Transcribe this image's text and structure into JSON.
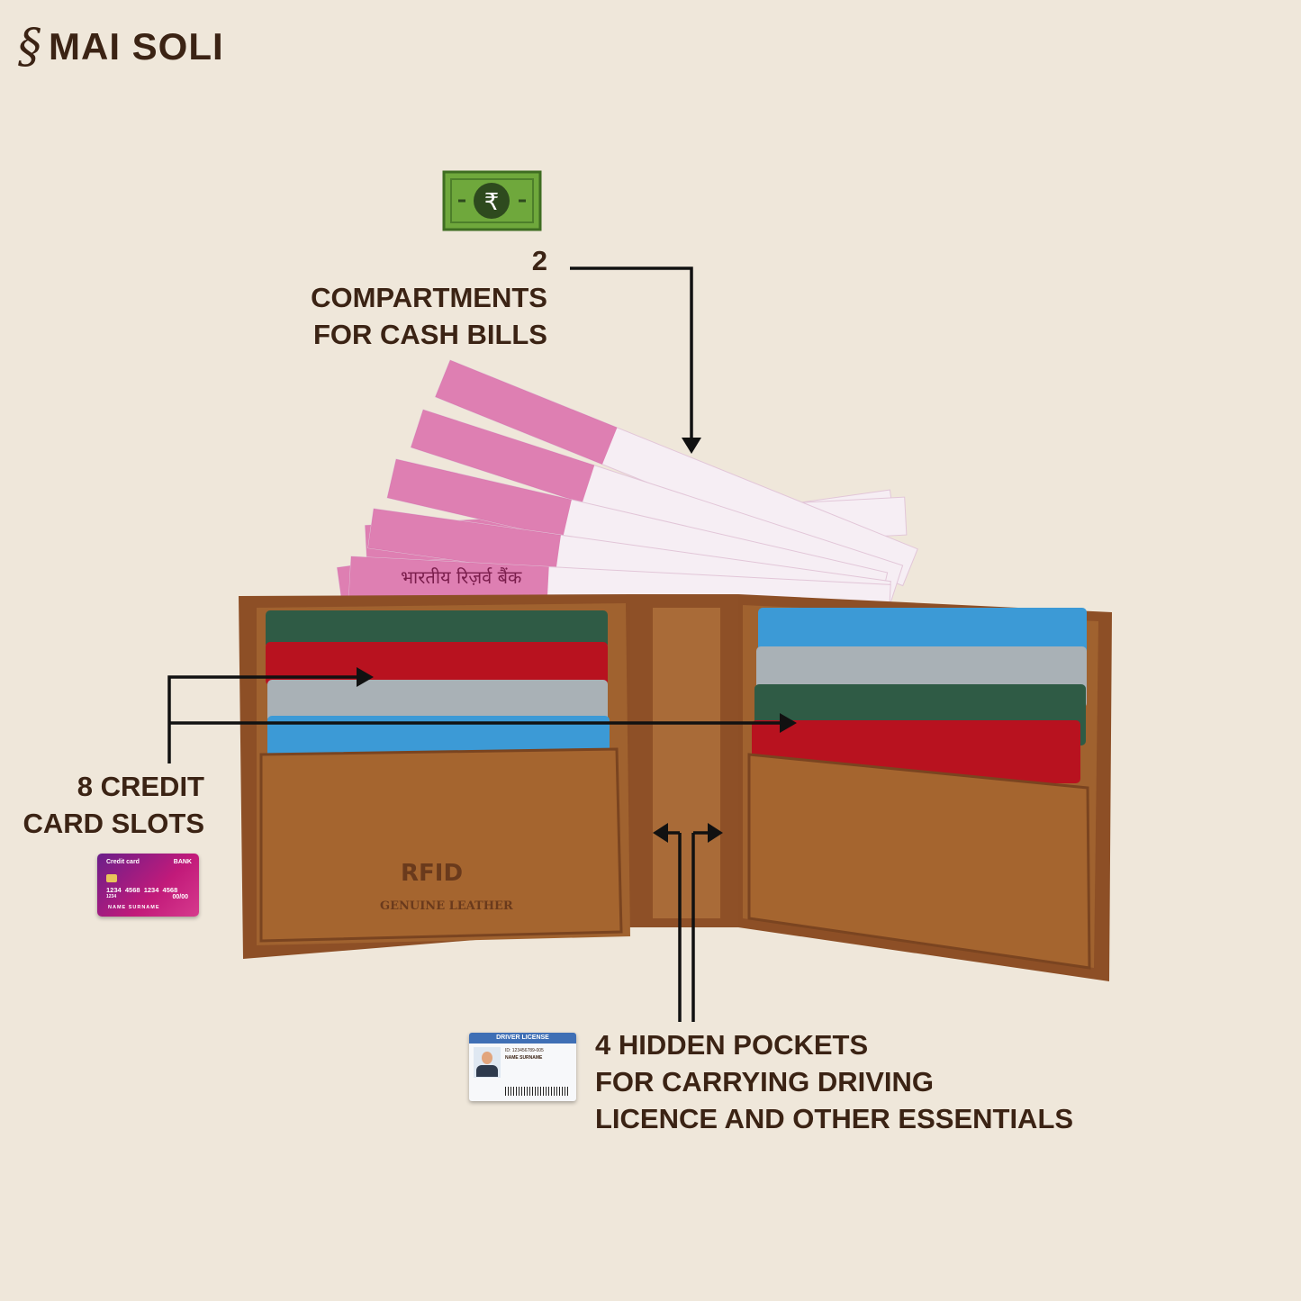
{
  "brand": {
    "name": "MAI SOLI",
    "logo_icon": "mai-soli-swirl-logo"
  },
  "features": {
    "cash": {
      "icon": "rupee-banknote-icon",
      "currency_symbol": "₹",
      "lines": [
        "2 COMPARTMENTS",
        "FOR CASH BILLS"
      ]
    },
    "cards": {
      "icon": "credit-card-icon",
      "lines": [
        "8 CREDIT",
        "CARD SLOTS"
      ]
    },
    "hidden": {
      "icon": "driver-license-icon",
      "lines": [
        "4 HIDDEN POCKETS",
        "FOR CARRYING DRIVING",
        "LICENCE AND OTHER ESSENTIALS"
      ]
    }
  },
  "credit_card": {
    "title": "Credit card",
    "bank": "BANK",
    "number": "1234  4568  1234  4568",
    "small": "1234",
    "expiry": "00/00",
    "name": "NAME SURNAME"
  },
  "license": {
    "title": "DRIVER LICENSE",
    "id": "ID: 123456789-005",
    "name": "NAME SURNAME"
  },
  "wallet": {
    "emboss": "RFID",
    "emboss_sub": "GENUINE LEATHER",
    "note_text": "भारतीय रिज़र्व बैंक"
  },
  "colors": {
    "background": "#efe7da",
    "text": "#3b2314",
    "leather": "#9a5a2e",
    "note": "#d9559a"
  }
}
